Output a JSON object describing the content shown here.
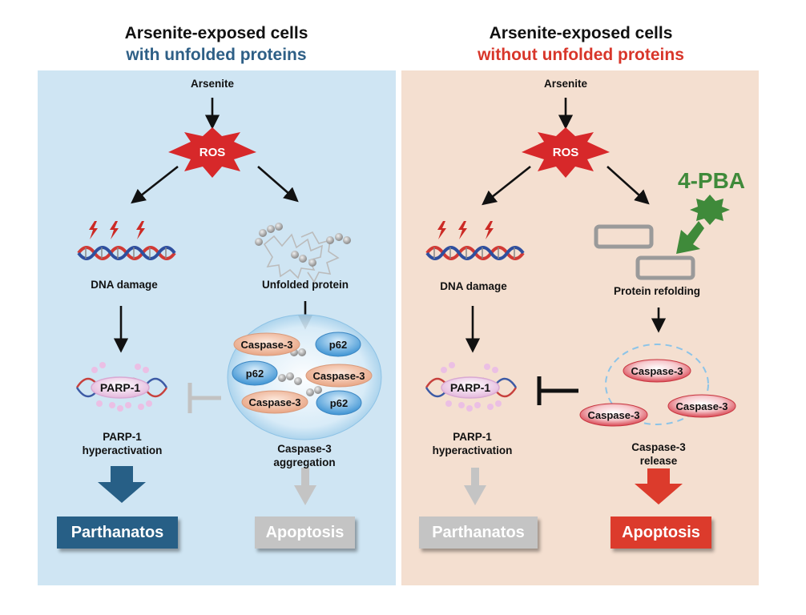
{
  "colors": {
    "left_subtitle": "#2e5f86",
    "right_subtitle": "#d8362a",
    "pba": "#3f8a3a",
    "parthanatos_active": "#275f86",
    "apoptosis_active": "#dc3b2c",
    "inactive": "#c4c4c4"
  },
  "left": {
    "heading_line1": "Arsenite-exposed cells",
    "heading_line2": "with unfolded proteins",
    "arsenite": "Arsenite",
    "ros": "ROS",
    "dna_damage": "DNA damage",
    "unfolded_protein": "Unfolded protein",
    "parp_badge": "PARP-1",
    "parp_line1": "PARP-1",
    "parp_line2": "hyperactivation",
    "casp_line1": "Caspase-3",
    "casp_line2": "aggregation",
    "aggregate": {
      "caspase": "Caspase-3",
      "p62": "p62"
    },
    "outcome_parthanatos": "Parthanatos",
    "outcome_apoptosis": "Apoptosis"
  },
  "right": {
    "heading_line1": "Arsenite-exposed cells",
    "heading_line2": "without unfolded proteins",
    "arsenite": "Arsenite",
    "ros": "ROS",
    "dna_damage": "DNA damage",
    "pba": "4-PBA",
    "protein_refolding": "Protein refolding",
    "parp_badge": "PARP-1",
    "parp_line1": "PARP-1",
    "parp_line2": "hyperactivation",
    "casp_line1": "Caspase-3",
    "casp_line2": "release",
    "released": {
      "caspase": "Caspase-3"
    },
    "outcome_parthanatos": "Parthanatos",
    "outcome_apoptosis": "Apoptosis"
  }
}
